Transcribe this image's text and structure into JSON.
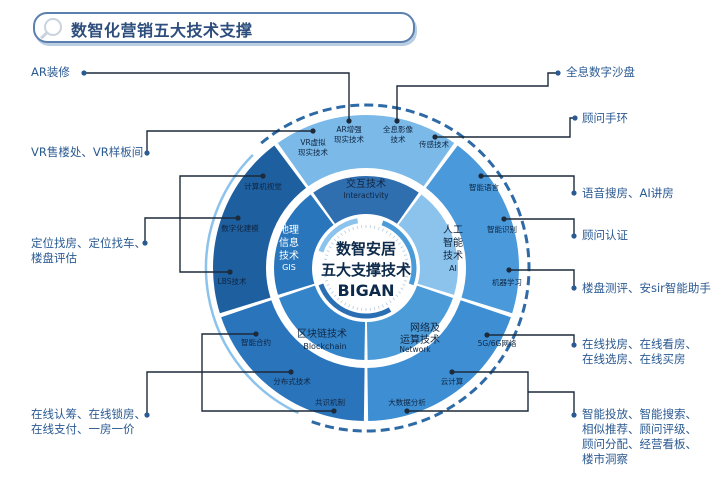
{
  "header": {
    "title": "数智化营销五大技术支撑",
    "icon": "search-icon"
  },
  "center": {
    "line1": "数智安居",
    "line2": "五大支撑技术",
    "line3": "BIGAN"
  },
  "colors": {
    "inner": [
      "#2f6fb0",
      "#8cc3ec",
      "#4b9bd9",
      "#3484c9",
      "#2a76bd"
    ],
    "outer": [
      "#7ab9e8",
      "#4a99da",
      "#3d8ed3",
      "#2a74bb",
      "#1e5f9f"
    ],
    "text": "#2a5a92"
  },
  "pillars": {
    "interactivity": {
      "line1": "交互技术",
      "line2": "Interactivity",
      "items": [
        "VR虚拟",
        "现实技术",
        "AR增强",
        "现实技术",
        "全息影像",
        "技术",
        "传感技术"
      ]
    },
    "ai": {
      "lines": [
        "人工",
        "智能",
        "技术",
        "AI"
      ],
      "items": [
        "智能语言",
        "智能识别",
        "机器学习"
      ]
    },
    "network": {
      "lines": [
        "网络及",
        "运算技术",
        "Network"
      ],
      "items": [
        "5G/6G网络",
        "云计算",
        "大数据分析"
      ]
    },
    "blockchain": {
      "line1": "区块链技术",
      "line2": "Blockchain",
      "items": [
        "智能合约",
        "分布式技术",
        "共识机制"
      ]
    },
    "gis": {
      "lines": [
        "地理",
        "信息",
        "技术",
        "GIS"
      ],
      "items": [
        "计算机视觉",
        "数字化建模",
        "LBS技术"
      ]
    }
  },
  "applications": {
    "ar": "AR装修",
    "vr": "VR售楼处、VR样板间",
    "location": [
      "定位找房、定位找车、",
      "楼盘评估"
    ],
    "online_sign": [
      "在线认筹、在线锁房、",
      "在线支付、一房一价"
    ],
    "holo": "全息数字沙盘",
    "bracelet": "顾问手环",
    "voice": "语音搜房、AI讲房",
    "cert": "顾问认证",
    "eval": "楼盘测评、安sir智能助手",
    "online": [
      "在线找房、在线看房、",
      "在线选房、在线买房"
    ],
    "smart": [
      "智能投放、智能搜索、",
      "相似推荐、顾问评级、",
      "顾问分配、经营看板、",
      "楼市洞察"
    ]
  }
}
